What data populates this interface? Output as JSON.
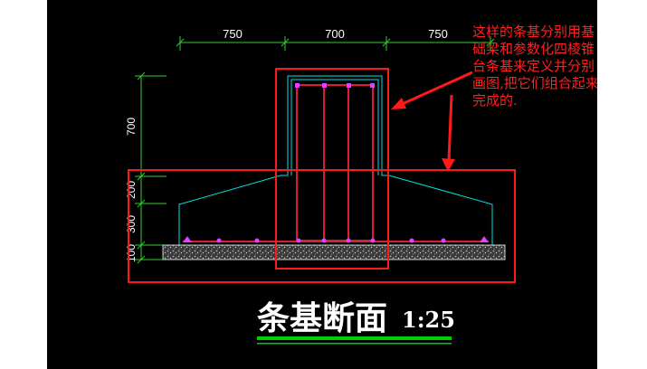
{
  "dimensions": {
    "top": [
      "750",
      "700",
      "750"
    ],
    "left": [
      "700",
      "200",
      "300",
      "100"
    ]
  },
  "annotation": {
    "lines": [
      "这样的条基分别用基",
      "础梁和参数化四棱锥",
      "台条基来定义并分别",
      "画图,把它们组合起来",
      "完成的."
    ]
  },
  "title": {
    "main": "条基断面",
    "scale": "1:25"
  },
  "colors": {
    "background": "#000000",
    "dimension": "#2fd12f",
    "outline": "#00e0e0",
    "rebar": "#e01a30",
    "rebar_node": "#e040ff",
    "highlight": "#ff1a1a",
    "concrete": "#8c8c8c",
    "title_text": "#ffffff",
    "underline": "#00d000"
  }
}
